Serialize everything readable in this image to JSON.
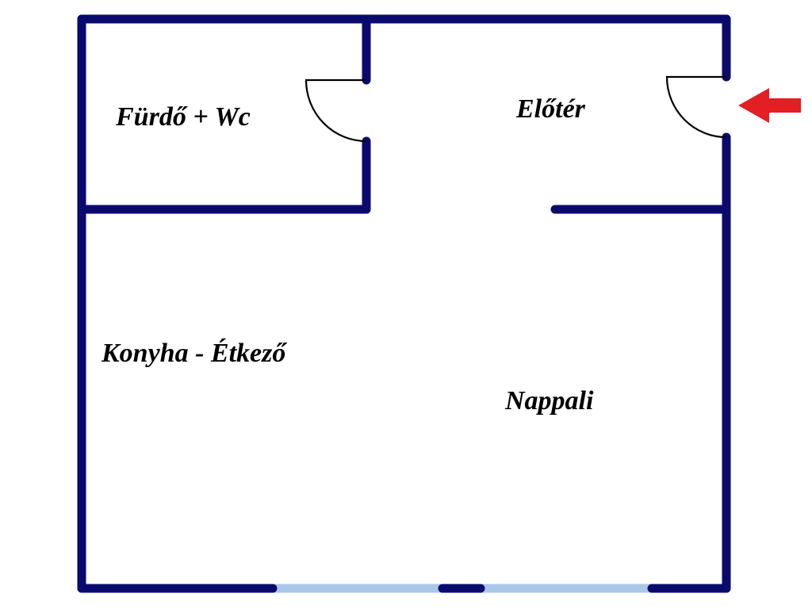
{
  "colors": {
    "wall": "#0a0a6e",
    "window": "#a9c7e8",
    "door": "#000000",
    "entrance_arrow": "#e31e24",
    "label": "#000000",
    "background": "#ffffff"
  },
  "rooms": {
    "bathroom": "Fürdő + Wc",
    "hall": "Előtér",
    "kitchen": "Konyha - Étkező",
    "living": "Nappali"
  },
  "icons": {
    "entrance": "arrow-left-icon",
    "door_swing": "door-swing-icon"
  }
}
